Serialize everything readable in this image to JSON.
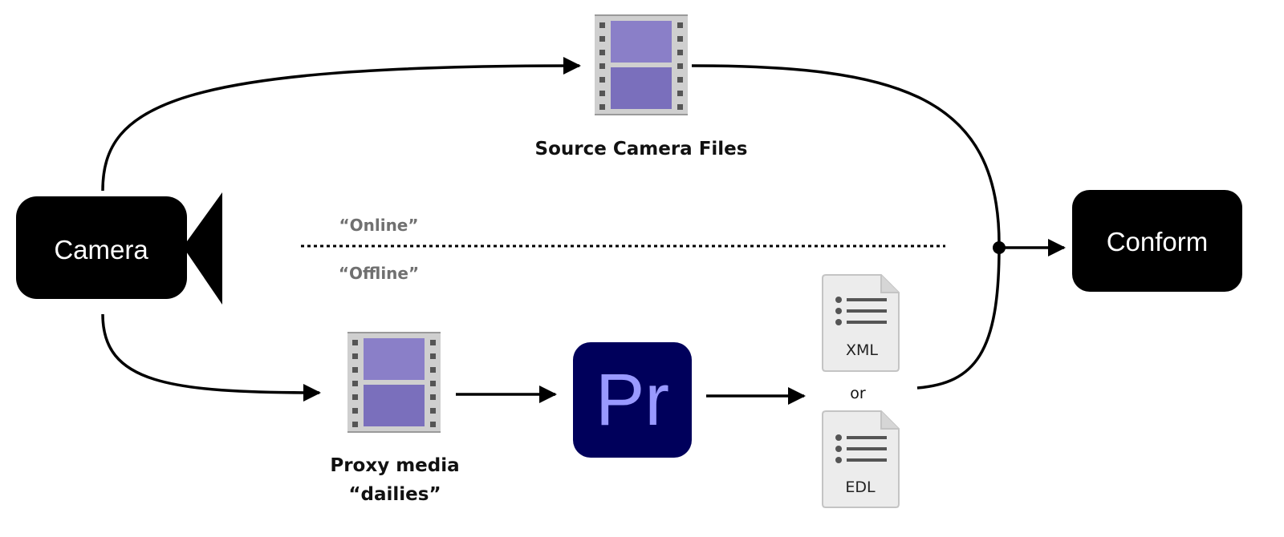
{
  "nodes": {
    "camera": {
      "label": "Camera"
    },
    "conform": {
      "label": "Conform"
    },
    "source_files": {
      "caption": "Source Camera Files"
    },
    "proxy_media": {
      "caption_line1": "Proxy media",
      "caption_line2": "“dailies”"
    },
    "premiere": {
      "icon_text": "Pr"
    },
    "xml_doc": {
      "label": "XML"
    },
    "edl_doc": {
      "label": "EDL"
    },
    "or_text": "or"
  },
  "zones": {
    "online": "“Online”",
    "offline": "“Offline”"
  },
  "icons": [
    "film-strip-icon",
    "film-strip-icon",
    "premiere-pro-icon",
    "document-list-icon",
    "document-list-icon",
    "camera-box-icon"
  ],
  "colors": {
    "box": "#000000",
    "film_frame": "#8a7fc8",
    "film_frame_dark": "#6f64b0",
    "film_strip": "#cfcfcf",
    "premiere_bg": "#00005b",
    "premiere_text": "#9999ff",
    "doc_bg": "#ececec",
    "zone_label": "#707070"
  }
}
